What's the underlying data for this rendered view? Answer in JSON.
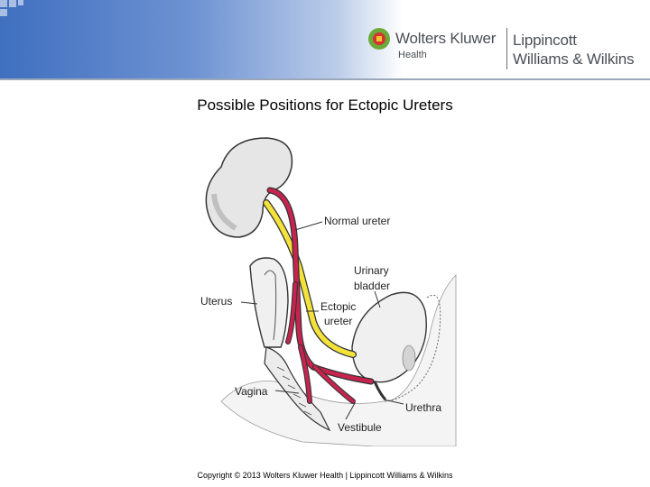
{
  "header": {
    "brand_primary": "Wolters Kluwer",
    "brand_primary_sub": "Health",
    "brand_secondary_line1": "Lippincott",
    "brand_secondary_line2": "Williams & Wilkins",
    "colors": {
      "banner_blue": "#3f6fbf",
      "logo_green": "#6cab3a",
      "logo_red": "#d4342f",
      "brand_text": "#4a4f55"
    }
  },
  "slide": {
    "title": "Possible Positions for Ectopic Ureters"
  },
  "diagram": {
    "labels": {
      "normal_ureter": "Normal ureter",
      "urinary_bladder_line1": "Urinary",
      "urinary_bladder_line2": "bladder",
      "uterus": "Uterus",
      "ectopic_ureter_line1": "Ectopic",
      "ectopic_ureter_line2": "ureter",
      "vagina": "Vagina",
      "urethra": "Urethra",
      "vestibule": "Vestibule"
    },
    "colors": {
      "normal_ureter": "#f2e23a",
      "ectopic_ureter": "#c8234f",
      "kidney": "#e6e6e6",
      "outline": "#333333"
    }
  },
  "footer": {
    "copyright": "Copyright © 2013 Wolters Kluwer Health | Lippincott Williams & Wilkins"
  }
}
